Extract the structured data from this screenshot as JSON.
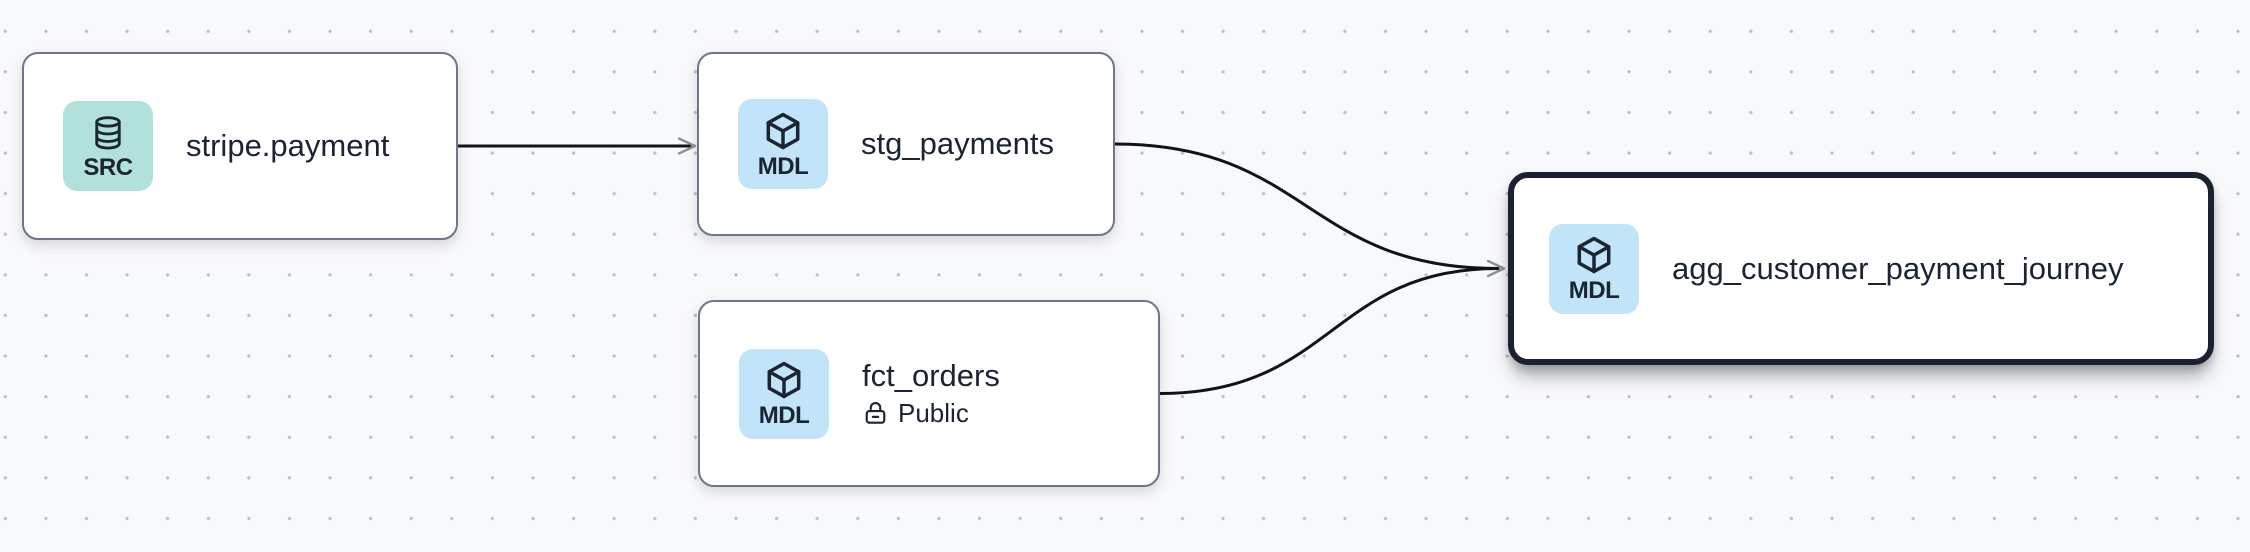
{
  "diagram": {
    "type": "lineage-graph",
    "nodes": {
      "stripe_payment": {
        "title": "stripe.payment",
        "badge": "SRC",
        "icon": "database-icon",
        "selected": false
      },
      "stg_payments": {
        "title": "stg_payments",
        "badge": "MDL",
        "icon": "cube-icon",
        "selected": false
      },
      "fct_orders": {
        "title": "fct_orders",
        "badge": "MDL",
        "icon": "cube-icon",
        "access": "Public",
        "access_icon": "lock-open-icon",
        "selected": false
      },
      "agg_customer_payment_journey": {
        "title": "agg_customer_payment_journey",
        "badge": "MDL",
        "icon": "cube-icon",
        "selected": true
      }
    },
    "edges": [
      {
        "from": "stripe.payment",
        "to": "stg_payments"
      },
      {
        "from": "stg_payments",
        "to": "agg_customer_payment_journey"
      },
      {
        "from": "fct_orders",
        "to": "agg_customer_payment_journey"
      }
    ],
    "colors": {
      "canvas_bg": "#f8f9fb",
      "grid_dot": "#b9bdc7",
      "node_bg": "#ffffff",
      "node_border": "#6e7787",
      "selected_border": "#1a2130",
      "src_badge_bg": "#b2e0da",
      "mdl_badge_bg": "#c2e4f9",
      "text": "#1b2433",
      "edge": "#111318",
      "arrowhead": "#8b919c"
    }
  }
}
